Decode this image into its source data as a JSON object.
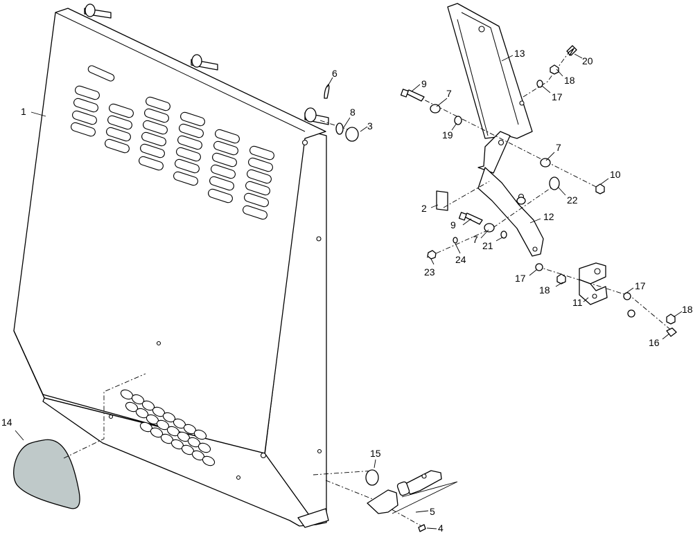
{
  "colors": {
    "line": "#000000",
    "background": "#ffffff",
    "gasket_fill": "#bfc9c9"
  },
  "callouts": [
    "1",
    "2",
    "3",
    "4",
    "5",
    "6",
    "7",
    "7",
    "7",
    "8",
    "9",
    "9",
    "10",
    "11",
    "12",
    "13",
    "14",
    "15",
    "16",
    "17",
    "17",
    "17",
    "18",
    "18",
    "18",
    "19",
    "20",
    "21",
    "22",
    "23",
    "24"
  ]
}
